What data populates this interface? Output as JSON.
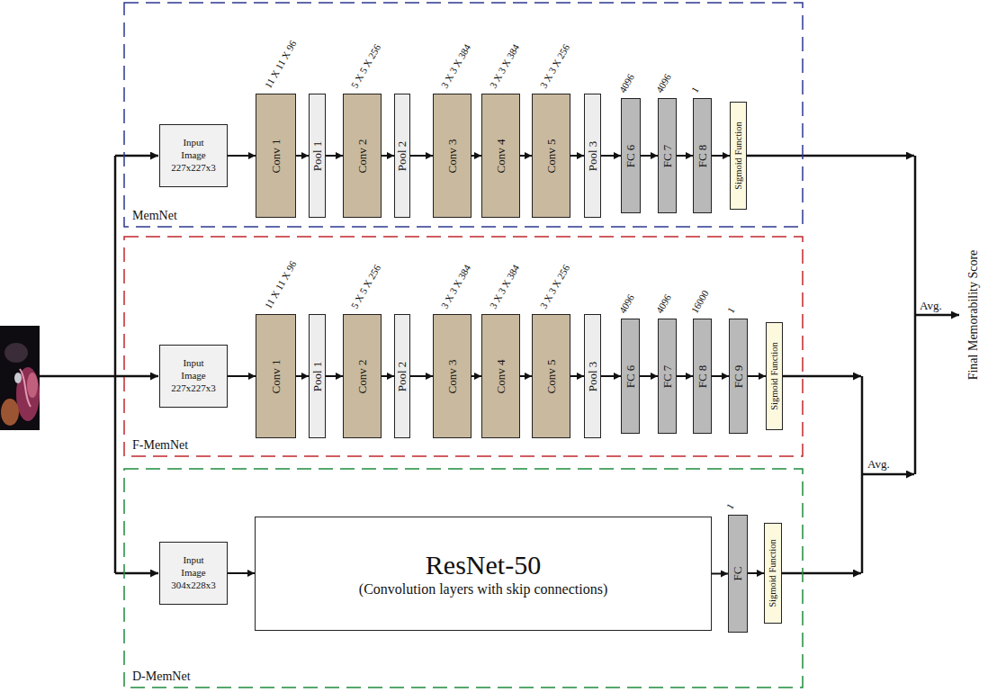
{
  "diagram": {
    "nodes": [
      {
        "text": [
          "MemNet"
        ]
      },
      {
        "text": [
          "Input Image 227x227x3"
        ],
        "in": 0
      },
      {
        "text": [
          "11 X 11 X 96",
          "Conv 1"
        ],
        "in": 0
      },
      {
        "text": [
          "Pool 1"
        ],
        "in": 0
      },
      {
        "text": [
          "5 X 5 X 256",
          "Conv 2"
        ],
        "in": 0
      },
      {
        "text": [
          "Pool 2"
        ],
        "in": 0
      },
      {
        "text": [
          "3 X 3 X 384",
          "Conv 3"
        ],
        "in": 0
      },
      {
        "text": [
          "3 X 3 X 384",
          "Conv 4"
        ],
        "in": 0
      },
      {
        "text": [
          "3 X 3 X 256",
          "Conv 5"
        ],
        "in": 0
      },
      {
        "text": [
          "Pool 3"
        ],
        "in": 0
      },
      {
        "text": [
          "4096",
          "FC 6"
        ],
        "in": 0
      },
      {
        "text": [
          "4096",
          "FC 7"
        ],
        "in": 0
      },
      {
        "text": [
          "1",
          "FC 8"
        ],
        "in": 0
      },
      {
        "text": [
          "Sigmoid Function"
        ],
        "in": 0
      },
      {
        "text": [
          "F-MemNet"
        ]
      },
      {
        "text": [
          "Input Image 227x227x3"
        ],
        "in": 14
      },
      {
        "text": [
          "11 X 11 X 96",
          "Conv 1"
        ],
        "in": 14
      },
      {
        "text": [
          "Pool 1"
        ],
        "in": 14
      },
      {
        "text": [
          "5 X 5 X 256",
          "Conv 2"
        ],
        "in": 14
      },
      {
        "text": [
          "Pool 2"
        ],
        "in": 14
      },
      {
        "text": [
          "3 X 3 X 384",
          "Conv 3"
        ],
        "in": 14
      },
      {
        "text": [
          "3 X 3 X 384",
          "Conv 4"
        ],
        "in": 14
      },
      {
        "text": [
          "3 X 3 X 256",
          "Conv 5"
        ],
        "in": 14
      },
      {
        "text": [
          "Pool 3"
        ],
        "in": 14
      },
      {
        "text": [
          "4096",
          "FC 6"
        ],
        "in": 14
      },
      {
        "text": [
          "4096",
          "FC 7"
        ],
        "in": 14
      },
      {
        "text": [
          "16000",
          "FC 8"
        ],
        "in": 14
      },
      {
        "text": [
          "1",
          "FC 9"
        ],
        "in": 14
      },
      {
        "text": [
          "Sigmoid Function"
        ],
        "in": 14
      },
      {
        "text": [
          "D-MemNet"
        ]
      },
      {
        "text": [
          "Input Image 304x228x3"
        ],
        "in": 29
      },
      {
        "text": [
          "ResNet-50",
          "(Convolution layers with skip connections)"
        ],
        "in": 29
      },
      {
        "text": [
          "1",
          "FC"
        ],
        "in": 29
      },
      {
        "text": [
          "Sigmoid Function"
        ],
        "in": 29
      }
    ],
    "edges": [
      {
        "from": 1,
        "to": 2,
        "arrow": "to"
      },
      {
        "from": 2,
        "to": 3,
        "arrow": "to"
      },
      {
        "from": 3,
        "to": 4,
        "arrow": "to"
      },
      {
        "from": 4,
        "to": 5,
        "arrow": "to"
      },
      {
        "from": 5,
        "to": 6,
        "arrow": "to"
      },
      {
        "from": 6,
        "to": 7,
        "arrow": "to"
      },
      {
        "from": 7,
        "to": 8,
        "arrow": "to"
      },
      {
        "from": 8,
        "to": 9,
        "arrow": "to"
      },
      {
        "from": 9,
        "to": 10,
        "arrow": "to"
      },
      {
        "from": 10,
        "to": 11,
        "arrow": "to"
      },
      {
        "from": 11,
        "to": 12,
        "arrow": "to"
      },
      {
        "from": 12,
        "to": 13,
        "arrow": "to"
      },
      {
        "from": 15,
        "to": 16,
        "arrow": "to"
      },
      {
        "from": 16,
        "to": 17,
        "arrow": "to"
      },
      {
        "from": 17,
        "to": 18,
        "arrow": "to"
      },
      {
        "from": 18,
        "to": 19,
        "arrow": "to"
      },
      {
        "from": 19,
        "to": 20,
        "arrow": "to"
      },
      {
        "from": 20,
        "to": 21,
        "arrow": "to"
      },
      {
        "from": 21,
        "to": 22,
        "arrow": "to"
      },
      {
        "from": 22,
        "to": 23,
        "arrow": "to"
      },
      {
        "from": 23,
        "to": 24,
        "arrow": "to"
      },
      {
        "from": 24,
        "to": 25,
        "arrow": "to"
      },
      {
        "from": 25,
        "to": 26,
        "arrow": "to"
      },
      {
        "from": 26,
        "to": 27,
        "arrow": "to"
      },
      {
        "from": 27,
        "to": 28,
        "arrow": "to"
      },
      {
        "from": 30,
        "to": 31,
        "arrow": "to"
      },
      {
        "from": 31,
        "to": 32,
        "arrow": "to"
      },
      {
        "from": 32,
        "to": 33,
        "arrow": "to"
      }
    ],
    "labels": [
      "Avg.",
      "Avg.",
      "Final Memorability Score"
    ]
  }
}
